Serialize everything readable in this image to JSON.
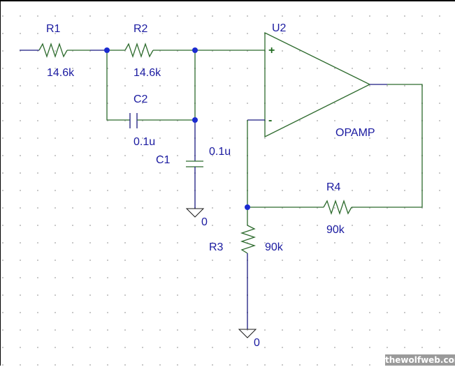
{
  "schematic": {
    "components": {
      "R1": {
        "ref": "R1",
        "value": "14.6k"
      },
      "R2": {
        "ref": "R2",
        "value": "14.6k"
      },
      "C2": {
        "ref": "C2",
        "value": "0.1u"
      },
      "C1": {
        "ref": "C1",
        "value": "0.1u"
      },
      "U2": {
        "ref": "U2",
        "value": "OPAMP",
        "plus_pin": "+",
        "minus_pin": "-"
      },
      "R3": {
        "ref": "R3",
        "value": "90k"
      },
      "R4": {
        "ref": "R4",
        "value": "90k"
      }
    },
    "grounds": [
      {
        "net": "0"
      },
      {
        "net": "0"
      }
    ]
  },
  "watermark": "thewolfweb.com",
  "colors": {
    "wire": "#2c6a2c",
    "label": "#1a1aa0",
    "node": "#1a2ad0",
    "background": "#ffffff"
  }
}
